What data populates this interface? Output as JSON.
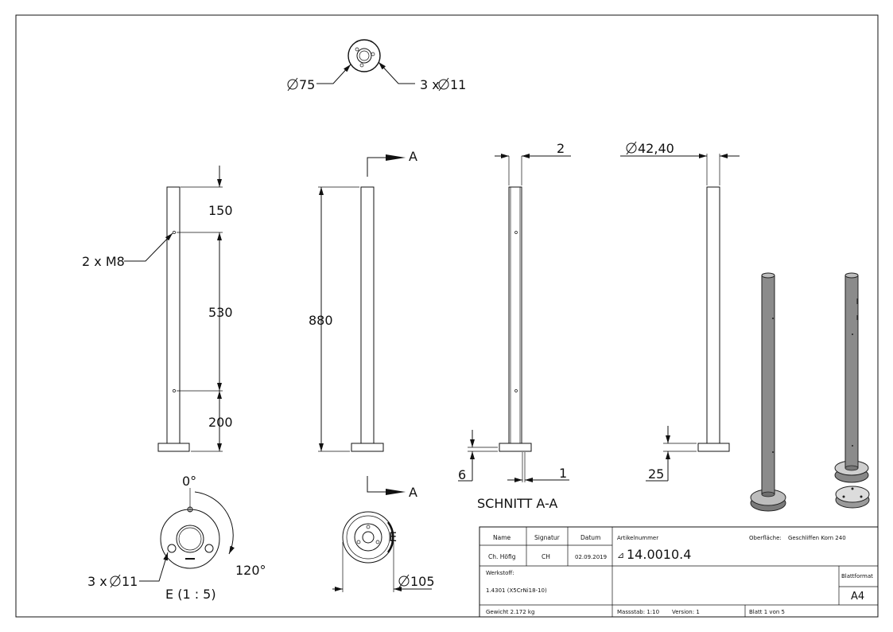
{
  "top_view": {
    "dia_outer": "75",
    "holes": "3 x",
    "holes_dia": "11"
  },
  "front": {
    "dim_top": "150",
    "dim_mid": "530",
    "dim_bottom": "200",
    "thread": "2 x M8"
  },
  "side": {
    "total_height": "880",
    "section_mark": "A"
  },
  "section": {
    "wall": "2",
    "plate": "6",
    "gap": "1",
    "caption": "SCHNITT A-A"
  },
  "tube_view": {
    "tube_dia": "42,40",
    "plate_thk": "25"
  },
  "detail": {
    "angle_zero": "0°",
    "angle_120": "120°",
    "holes": "3 x",
    "holes_dia": "11",
    "caption": "E (1 : 5)",
    "marker": "E"
  },
  "base": {
    "plate_dia": "105"
  },
  "title_block": {
    "hdr_name": "Name",
    "hdr_signature": "Signatur",
    "hdr_date": "Datum",
    "name": "Ch. Höfig",
    "signature": "CH",
    "date": "02.09.2019",
    "article_label": "Artikelnummer",
    "article_number": "14.0010.4",
    "surface_label": "Oberfläche:",
    "surface_value": "Geschliffen Korn 240",
    "material_label": "Werkstoff:",
    "material_value": "1.4301 (X5CrNi18-10)",
    "format_label": "Blattformat",
    "format_value": "A4",
    "weight": "Gewicht 2.172 kg",
    "scale": "Massstab: 1:10",
    "version": "Version: 1",
    "sheet": "Blatt 1 von 5"
  }
}
